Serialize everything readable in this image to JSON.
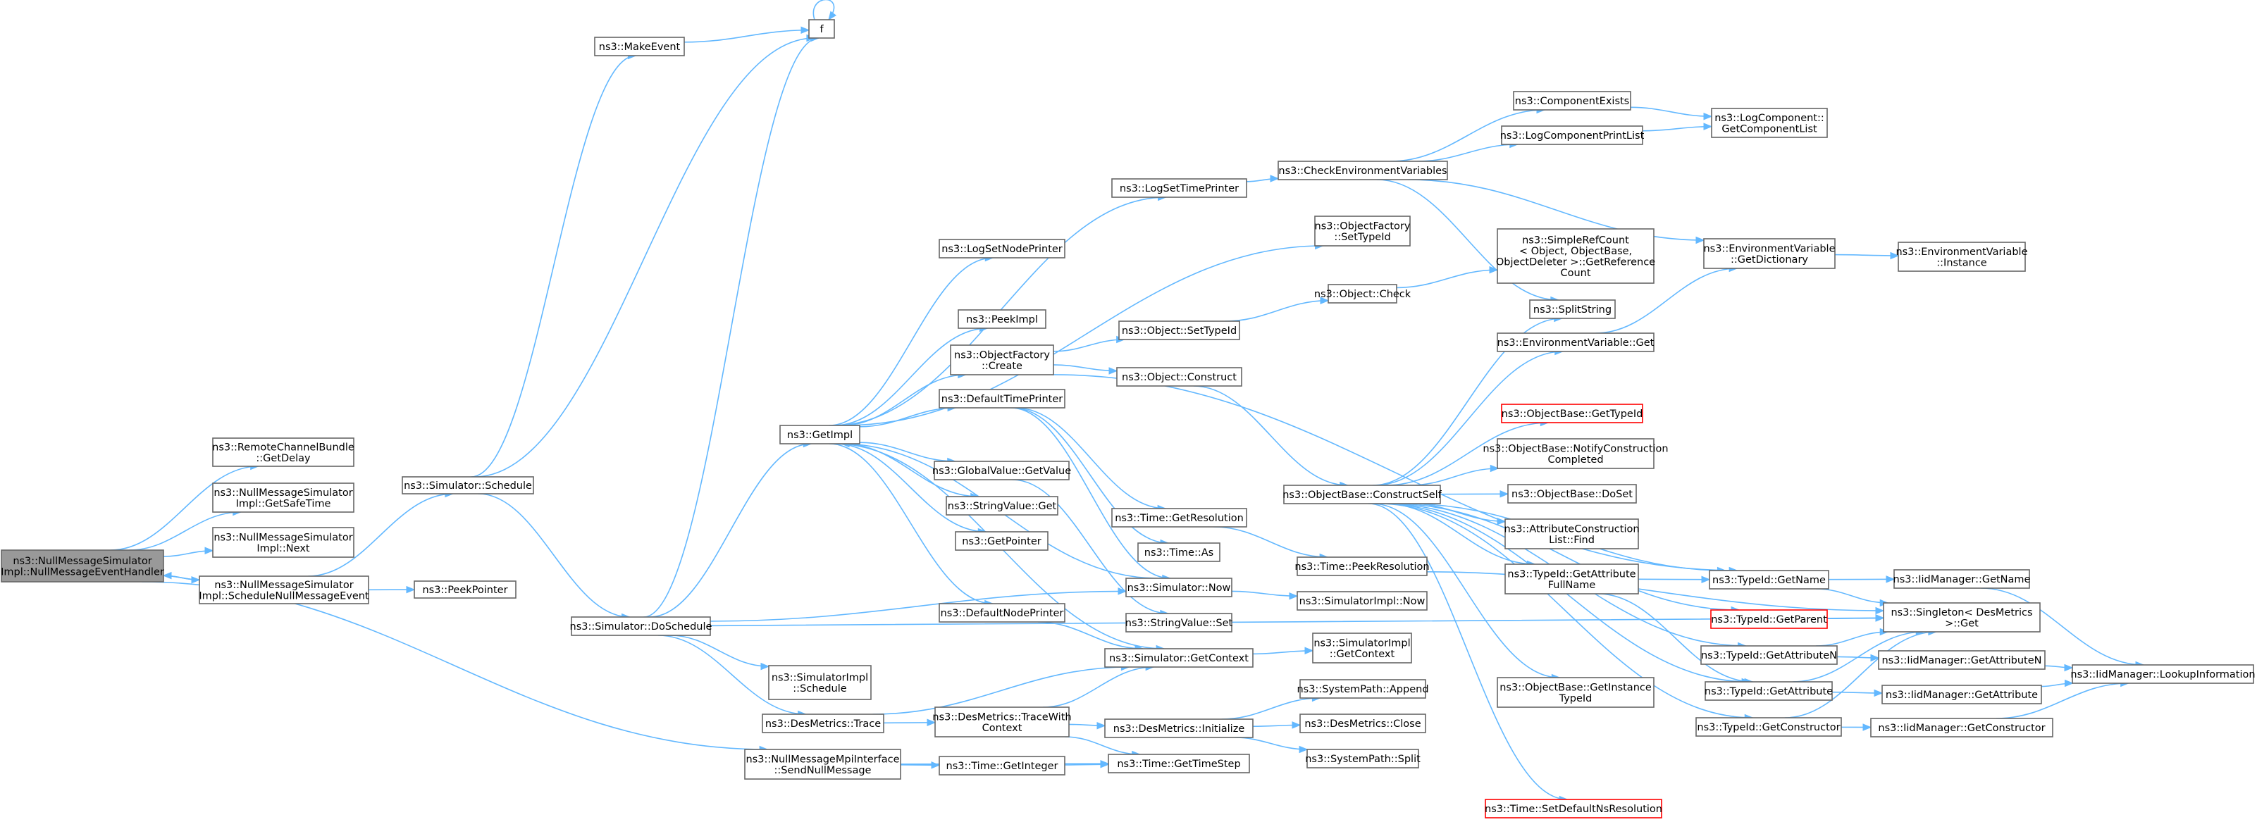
{
  "graph": {
    "colors": {
      "edge": "#63b8ff",
      "node_border": "#666666",
      "root_fill": "#999999",
      "broken_border": "#ff0000"
    },
    "nodes": [
      {
        "id": "root",
        "lines": [
          "ns3::NullMessageSimulator",
          "Impl::NullMessageEventHandler"
        ],
        "style": "root"
      },
      {
        "id": "getDelay",
        "lines": [
          "ns3::RemoteChannelBundle",
          "::GetDelay"
        ]
      },
      {
        "id": "getSafeTime",
        "lines": [
          "ns3::NullMessageSimulator",
          "Impl::GetSafeTime"
        ]
      },
      {
        "id": "next",
        "lines": [
          "ns3::NullMessageSimulator",
          "Impl::Next"
        ]
      },
      {
        "id": "scheduleNull",
        "lines": [
          "ns3::NullMessageSimulator",
          "Impl::ScheduleNullMessageEvent"
        ]
      },
      {
        "id": "peekPointer",
        "lines": [
          "ns3::PeekPointer"
        ]
      },
      {
        "id": "simSchedule",
        "lines": [
          "ns3::Simulator::Schedule"
        ]
      },
      {
        "id": "makeEvent",
        "lines": [
          "ns3::MakeEvent"
        ]
      },
      {
        "id": "f",
        "lines": [
          "f"
        ]
      },
      {
        "id": "doSchedule",
        "lines": [
          "ns3::Simulator::DoSchedule"
        ]
      },
      {
        "id": "implSchedule",
        "lines": [
          "ns3::SimulatorImpl",
          "::Schedule"
        ]
      },
      {
        "id": "desTrace",
        "lines": [
          "ns3::DesMetrics::Trace"
        ]
      },
      {
        "id": "sendNull",
        "lines": [
          "ns3::NullMessageMpiInterface",
          "::SendNullMessage"
        ]
      },
      {
        "id": "getImpl",
        "lines": [
          "ns3::GetImpl"
        ]
      },
      {
        "id": "logSetNodePrinter",
        "lines": [
          "ns3::LogSetNodePrinter"
        ]
      },
      {
        "id": "peekImpl",
        "lines": [
          "ns3::PeekImpl"
        ]
      },
      {
        "id": "objFactoryCreate",
        "lines": [
          "ns3::ObjectFactory",
          "::Create"
        ]
      },
      {
        "id": "defaultTimePrinter",
        "lines": [
          "ns3::DefaultTimePrinter"
        ]
      },
      {
        "id": "globalValueGet",
        "lines": [
          "ns3::GlobalValue::GetValue"
        ]
      },
      {
        "id": "stringValueGet",
        "lines": [
          "ns3::StringValue::Get"
        ]
      },
      {
        "id": "getPointer",
        "lines": [
          "ns3::GetPointer"
        ]
      },
      {
        "id": "defaultNodePrinter",
        "lines": [
          "ns3::DefaultNodePrinter"
        ]
      },
      {
        "id": "traceWithContext",
        "lines": [
          "ns3::DesMetrics::TraceWith",
          "Context"
        ]
      },
      {
        "id": "getInteger",
        "lines": [
          "ns3::Time::GetInteger"
        ]
      },
      {
        "id": "logSetTimePrinter",
        "lines": [
          "ns3::LogSetTimePrinter"
        ]
      },
      {
        "id": "objSetTypeId",
        "lines": [
          "ns3::Object::SetTypeId"
        ]
      },
      {
        "id": "objConstruct",
        "lines": [
          "ns3::Object::Construct"
        ]
      },
      {
        "id": "timeGetRes",
        "lines": [
          "ns3::Time::GetResolution"
        ]
      },
      {
        "id": "timeAs",
        "lines": [
          "ns3::Time::As"
        ]
      },
      {
        "id": "simNow",
        "lines": [
          "ns3::Simulator::Now"
        ]
      },
      {
        "id": "stringValueSet",
        "lines": [
          "ns3::StringValue::Set"
        ]
      },
      {
        "id": "simGetContext",
        "lines": [
          "ns3::Simulator::GetContext"
        ]
      },
      {
        "id": "desInit",
        "lines": [
          "ns3::DesMetrics::Initialize"
        ]
      },
      {
        "id": "getTimeStep",
        "lines": [
          "ns3::Time::GetTimeStep"
        ]
      },
      {
        "id": "checkEnv",
        "lines": [
          "ns3::CheckEnvironmentVariables"
        ]
      },
      {
        "id": "objFactorySetTypeId",
        "lines": [
          "ns3::ObjectFactory",
          "::SetTypeId"
        ]
      },
      {
        "id": "objCheck",
        "lines": [
          "ns3::Object::Check"
        ]
      },
      {
        "id": "constructSelf",
        "lines": [
          "ns3::ObjectBase::ConstructSelf"
        ]
      },
      {
        "id": "timePeekRes",
        "lines": [
          "ns3::Time::PeekResolution"
        ]
      },
      {
        "id": "simImplNow",
        "lines": [
          "ns3::SimulatorImpl::Now"
        ]
      },
      {
        "id": "simImplGetContext",
        "lines": [
          "ns3::SimulatorImpl",
          "::GetContext"
        ]
      },
      {
        "id": "sysPathAppend",
        "lines": [
          "ns3::SystemPath::Append"
        ]
      },
      {
        "id": "desClose",
        "lines": [
          "ns3::DesMetrics::Close"
        ]
      },
      {
        "id": "sysPathSplit",
        "lines": [
          "ns3::SystemPath::Split"
        ]
      },
      {
        "id": "componentExists",
        "lines": [
          "ns3::ComponentExists"
        ]
      },
      {
        "id": "logComponentPrintList",
        "lines": [
          "ns3::LogComponentPrintList"
        ]
      },
      {
        "id": "simpleRefCount",
        "lines": [
          "ns3::SimpleRefCount",
          "< Object, ObjectBase,",
          "ObjectDeleter >::GetReference",
          "Count"
        ]
      },
      {
        "id": "splitString",
        "lines": [
          "ns3::SplitString"
        ]
      },
      {
        "id": "envVarGet",
        "lines": [
          "ns3::EnvironmentVariable::Get"
        ]
      },
      {
        "id": "objBaseGetTypeId",
        "lines": [
          "ns3::ObjectBase::GetTypeId"
        ],
        "style": "red"
      },
      {
        "id": "notifyConstruction",
        "lines": [
          "ns3::ObjectBase::NotifyConstruction",
          "Completed"
        ]
      },
      {
        "id": "doSet",
        "lines": [
          "ns3::ObjectBase::DoSet"
        ]
      },
      {
        "id": "attrConstructionFind",
        "lines": [
          "ns3::AttributeConstruction",
          "List::Find"
        ]
      },
      {
        "id": "getAttrFullName",
        "lines": [
          "ns3::TypeId::GetAttribute",
          "FullName"
        ]
      },
      {
        "id": "getInstanceTypeId",
        "lines": [
          "ns3::ObjectBase::GetInstance",
          "TypeId"
        ]
      },
      {
        "id": "setDefaultNsRes",
        "lines": [
          "ns3::Time::SetDefaultNsResolution"
        ],
        "style": "red"
      },
      {
        "id": "logCompGetList",
        "lines": [
          "ns3::LogComponent::",
          "GetComponentList"
        ]
      },
      {
        "id": "envGetDict",
        "lines": [
          "ns3::EnvironmentVariable",
          "::GetDictionary"
        ]
      },
      {
        "id": "typeIdGetName",
        "lines": [
          "ns3::TypeId::GetName"
        ]
      },
      {
        "id": "typeIdGetParent",
        "lines": [
          "ns3::TypeId::GetParent"
        ],
        "style": "red"
      },
      {
        "id": "typeIdGetAttrN",
        "lines": [
          "ns3::TypeId::GetAttributeN"
        ]
      },
      {
        "id": "typeIdGetAttr",
        "lines": [
          "ns3::TypeId::GetAttribute"
        ]
      },
      {
        "id": "typeIdGetCtor",
        "lines": [
          "ns3::TypeId::GetConstructor"
        ]
      },
      {
        "id": "envInstance",
        "lines": [
          "ns3::EnvironmentVariable",
          "::Instance"
        ]
      },
      {
        "id": "iidGetName",
        "lines": [
          "ns3::IidManager::GetName"
        ]
      },
      {
        "id": "singletonGet",
        "lines": [
          "ns3::Singleton< DesMetrics",
          ">::Get"
        ]
      },
      {
        "id": "iidGetAttrN",
        "lines": [
          "ns3::IidManager::GetAttributeN"
        ]
      },
      {
        "id": "iidGetAttr",
        "lines": [
          "ns3::IidManager::GetAttribute"
        ]
      },
      {
        "id": "iidGetCtor",
        "lines": [
          "ns3::IidManager::GetConstructor"
        ]
      },
      {
        "id": "iidLookup",
        "lines": [
          "ns3::IidManager::LookupInformation"
        ]
      }
    ],
    "edges": [
      [
        "root",
        "getDelay"
      ],
      [
        "root",
        "getSafeTime"
      ],
      [
        "root",
        "next"
      ],
      [
        "root",
        "scheduleNull"
      ],
      [
        "root",
        "sendNull"
      ],
      [
        "scheduleNull",
        "root"
      ],
      [
        "scheduleNull",
        "peekPointer"
      ],
      [
        "scheduleNull",
        "simSchedule"
      ],
      [
        "simSchedule",
        "makeEvent"
      ],
      [
        "simSchedule",
        "f"
      ],
      [
        "simSchedule",
        "doSchedule"
      ],
      [
        "makeEvent",
        "f"
      ],
      [
        "f",
        "f"
      ],
      [
        "doSchedule",
        "f"
      ],
      [
        "doSchedule",
        "getImpl"
      ],
      [
        "doSchedule",
        "implSchedule"
      ],
      [
        "doSchedule",
        "desTrace"
      ],
      [
        "doSchedule",
        "simNow"
      ],
      [
        "doSchedule",
        "singletonGet"
      ],
      [
        "desTrace",
        "traceWithContext"
      ],
      [
        "desTrace",
        "simGetContext"
      ],
      [
        "sendNull",
        "getInteger"
      ],
      [
        "sendNull",
        "getTimeStep"
      ],
      [
        "getInteger",
        "getTimeStep"
      ],
      [
        "getImpl",
        "logSetTimePrinter"
      ],
      [
        "getImpl",
        "logSetNodePrinter"
      ],
      [
        "getImpl",
        "peekImpl"
      ],
      [
        "getImpl",
        "objFactoryCreate"
      ],
      [
        "getImpl",
        "defaultTimePrinter"
      ],
      [
        "getImpl",
        "globalValueGet"
      ],
      [
        "getImpl",
        "stringValueGet"
      ],
      [
        "getImpl",
        "getPointer"
      ],
      [
        "getImpl",
        "defaultNodePrinter"
      ],
      [
        "getImpl",
        "objFactorySetTypeId"
      ],
      [
        "getImpl",
        "simGetContext"
      ],
      [
        "defaultTimePrinter",
        "simNow"
      ],
      [
        "defaultTimePrinter",
        "timeGetRes"
      ],
      [
        "defaultTimePrinter",
        "timeAs"
      ],
      [
        "defaultNodePrinter",
        "simGetContext"
      ],
      [
        "globalValueGet",
        "stringValueSet"
      ],
      [
        "simNow",
        "getImpl"
      ],
      [
        "simNow",
        "simImplNow"
      ],
      [
        "simGetContext",
        "simImplGetContext"
      ],
      [
        "traceWithContext",
        "simGetContext"
      ],
      [
        "traceWithContext",
        "desInit"
      ],
      [
        "traceWithContext",
        "getTimeStep"
      ],
      [
        "desInit",
        "sysPathAppend"
      ],
      [
        "desInit",
        "desClose"
      ],
      [
        "desInit",
        "sysPathSplit"
      ],
      [
        "objFactoryCreate",
        "objSetTypeId"
      ],
      [
        "objFactoryCreate",
        "objConstruct"
      ],
      [
        "objFactoryCreate",
        "typeIdGetName"
      ],
      [
        "objSetTypeId",
        "objCheck"
      ],
      [
        "objCheck",
        "simpleRefCount"
      ],
      [
        "objConstruct",
        "constructSelf"
      ],
      [
        "logSetTimePrinter",
        "checkEnv"
      ],
      [
        "checkEnv",
        "componentExists"
      ],
      [
        "checkEnv",
        "logComponentPrintList"
      ],
      [
        "checkEnv",
        "envGetDict"
      ],
      [
        "checkEnv",
        "splitString"
      ],
      [
        "componentExists",
        "logCompGetList"
      ],
      [
        "logComponentPrintList",
        "logCompGetList"
      ],
      [
        "envGetDict",
        "envInstance"
      ],
      [
        "envVarGet",
        "envGetDict"
      ],
      [
        "timeGetRes",
        "timePeekRes"
      ],
      [
        "timePeekRes",
        "singletonGet"
      ],
      [
        "constructSelf",
        "envVarGet"
      ],
      [
        "constructSelf",
        "splitString"
      ],
      [
        "constructSelf",
        "objBaseGetTypeId"
      ],
      [
        "constructSelf",
        "notifyConstruction"
      ],
      [
        "constructSelf",
        "doSet"
      ],
      [
        "constructSelf",
        "attrConstructionFind"
      ],
      [
        "constructSelf",
        "getAttrFullName"
      ],
      [
        "constructSelf",
        "getInstanceTypeId"
      ],
      [
        "constructSelf",
        "setDefaultNsRes"
      ],
      [
        "constructSelf",
        "typeIdGetName"
      ],
      [
        "constructSelf",
        "typeIdGetParent"
      ],
      [
        "constructSelf",
        "typeIdGetAttrN"
      ],
      [
        "constructSelf",
        "typeIdGetAttr"
      ],
      [
        "constructSelf",
        "typeIdGetCtor"
      ],
      [
        "getAttrFullName",
        "typeIdGetName"
      ],
      [
        "getAttrFullName",
        "typeIdGetAttr"
      ],
      [
        "typeIdGetName",
        "iidGetName"
      ],
      [
        "typeIdGetName",
        "singletonGet"
      ],
      [
        "typeIdGetParent",
        "singletonGet"
      ],
      [
        "typeIdGetAttrN",
        "iidGetAttrN"
      ],
      [
        "typeIdGetAttrN",
        "singletonGet"
      ],
      [
        "typeIdGetAttr",
        "iidGetAttr"
      ],
      [
        "typeIdGetAttr",
        "singletonGet"
      ],
      [
        "typeIdGetCtor",
        "iidGetCtor"
      ],
      [
        "typeIdGetCtor",
        "singletonGet"
      ],
      [
        "iidGetName",
        "iidLookup"
      ],
      [
        "iidGetAttrN",
        "iidLookup"
      ],
      [
        "iidGetAttr",
        "iidLookup"
      ],
      [
        "iidGetCtor",
        "iidLookup"
      ]
    ]
  }
}
